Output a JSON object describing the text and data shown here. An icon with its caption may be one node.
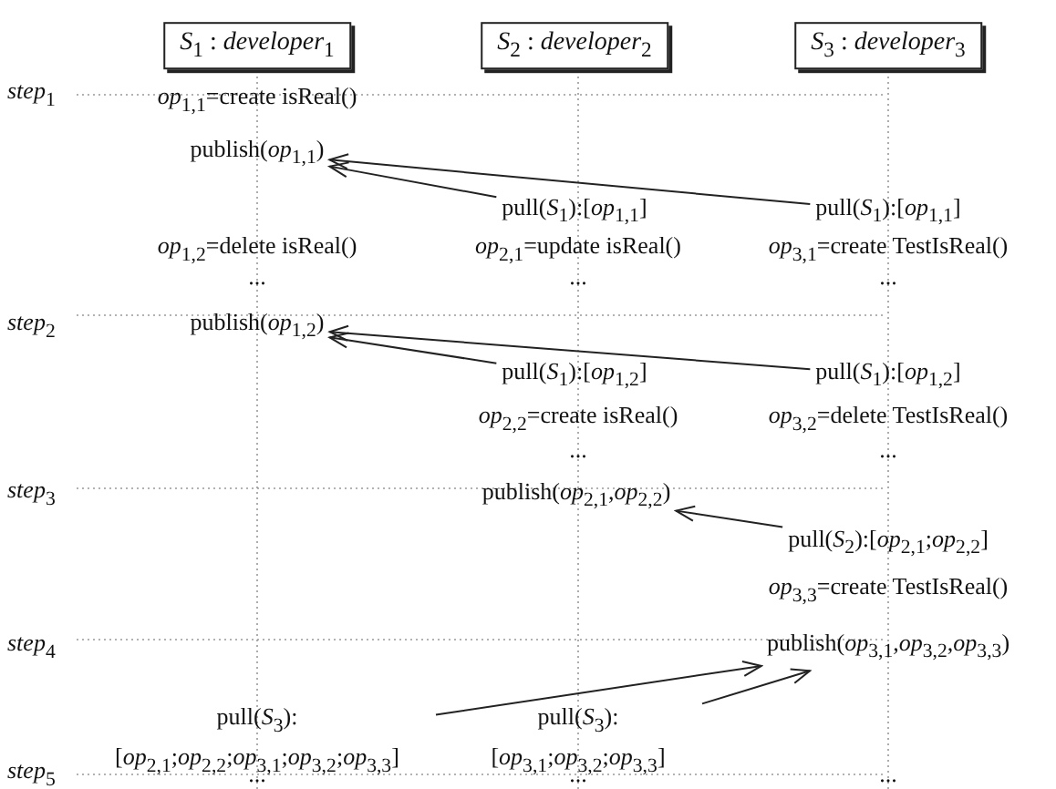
{
  "diagram": {
    "nodes": [
      {
        "text": [
          "*S*$_{1}$ : *developer*$_{1}$"
        ]
      },
      {
        "text": [
          "*S*$_{2}$ : *developer*$_{2}$"
        ]
      },
      {
        "text": [
          "*S*$_{3}$ : *developer*$_{3}$"
        ]
      },
      {
        "text": [
          "publish(*op*$_{1,1}$)"
        ]
      },
      {
        "text": [
          "pull(*S*$_{1}$):[*op*$_{1,1}$]"
        ]
      },
      {
        "text": [
          "pull(*S*$_{1}$):[*op*$_{1,1}$]"
        ]
      },
      {
        "text": [
          "publish(*op*$_{1,2}$)"
        ]
      },
      {
        "text": [
          "pull(*S*$_{1}$):[*op*$_{1,2}$]"
        ]
      },
      {
        "text": [
          "pull(*S*$_{1}$):[*op*$_{1,2}$]"
        ]
      },
      {
        "text": [
          "publish(*op*$_{2,1}$,*op*$_{2,2}$)"
        ]
      },
      {
        "text": [
          "pull(*S*$_{2}$):[*op*$_{2,1}$;*op*$_{2,2}$]"
        ]
      },
      {
        "text": [
          "publish(*op*$_{3,1}$,*op*$_{3,2}$,*op*$_{3,3}$)"
        ]
      },
      {
        "text": [
          "pull(*S*$_{3}$): [*op*$_{2,1}$;*op*$_{2,2}$;*op*$_{3,1}$;*op*$_{3,2}$;*op*$_{3,3}$]"
        ]
      },
      {
        "text": [
          "pull(*S*$_{3}$): [*op*$_{3,1}$;*op*$_{3,2}$;*op*$_{3,3}$]"
        ]
      }
    ],
    "edges": [
      {
        "from": 4,
        "to": 3,
        "arrow": "to"
      },
      {
        "from": 5,
        "to": 3,
        "arrow": "to"
      },
      {
        "from": 7,
        "to": 6,
        "arrow": "to"
      },
      {
        "from": 8,
        "to": 6,
        "arrow": "to"
      },
      {
        "from": 10,
        "to": 9,
        "arrow": "to"
      },
      {
        "from": 12,
        "to": 11,
        "arrow": "to"
      },
      {
        "from": 13,
        "to": 11,
        "arrow": "to"
      }
    ],
    "labels": [
      "*step*$_{1}$",
      "*op*$_{1,1}$=create isReal()",
      "*op*$_{1,2}$=delete isReal()",
      "*op*$_{2,1}$=update isReal()",
      "*op*$_{3,1}$=create TestIsReal()",
      "...",
      "...",
      "...",
      "*step*$_{2}$",
      "*op*$_{2,2}$=create isReal()",
      "*op*$_{3,2}$=delete TestIsReal()",
      "...",
      "...",
      "*step*$_{3}$",
      "*op*$_{3,3}$=create TestIsReal()",
      "*step*$_{4}$",
      "*step*$_{5}$",
      "...",
      "...",
      "..."
    ]
  }
}
